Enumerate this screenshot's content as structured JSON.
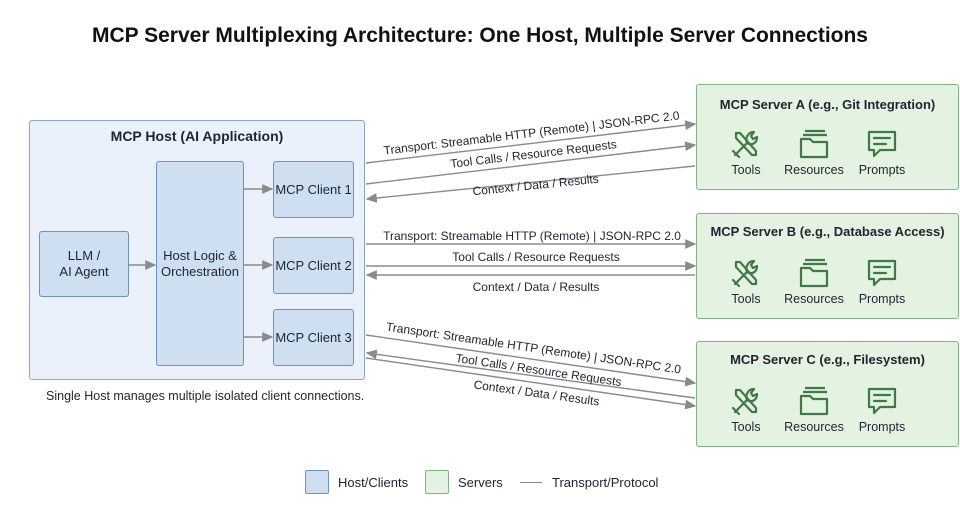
{
  "title": "MCP Server Multiplexing Architecture: One Host, Multiple Server Connections",
  "host": {
    "title": "MCP Host (AI Application)",
    "llm": [
      "LLM /",
      "AI Agent"
    ],
    "logic": [
      "Host Logic &",
      "Orchestration"
    ],
    "clients": [
      "MCP Client 1",
      "MCP Client 2",
      "MCP Client 3"
    ],
    "caption": "Single Host manages multiple isolated client connections."
  },
  "servers": [
    {
      "title": "MCP Server A (e.g., Git Integration)",
      "items": [
        "Tools",
        "Resources",
        "Prompts"
      ]
    },
    {
      "title": "MCP Server B (e.g., Database Access)",
      "items": [
        "Tools",
        "Resources",
        "Prompts"
      ]
    },
    {
      "title": "MCP Server C (e.g., Filesystem)",
      "items": [
        "Tools",
        "Resources",
        "Prompts"
      ]
    }
  ],
  "flows": [
    {
      "transport": "Transport: Streamable HTTP (Remote) | JSON-RPC 2.0",
      "request": "Tool Calls / Resource Requests",
      "response": "Context / Data / Results"
    },
    {
      "transport": "Transport: Streamable HTTP (Remote) | JSON-RPC 2.0",
      "request": "Tool Calls / Resource Requests",
      "response": "Context / Data / Results"
    },
    {
      "transport": "Transport: Streamable HTTP (Remote) | JSON-RPC 2.0",
      "request": "Tool Calls / Resource Requests",
      "response": "Context / Data / Results"
    }
  ],
  "icons": [
    "tools-icon",
    "folder-icon",
    "chat-bubble-icon"
  ],
  "legend": {
    "host": "Host/Clients",
    "servers": "Servers",
    "transport": "Transport/Protocol"
  },
  "colors": {
    "host_fill": "#cfdff2",
    "host_border": "#6f93c0",
    "server_fill": "#e4f2e1",
    "server_border": "#7fb583",
    "line": "#8a8a8a"
  }
}
